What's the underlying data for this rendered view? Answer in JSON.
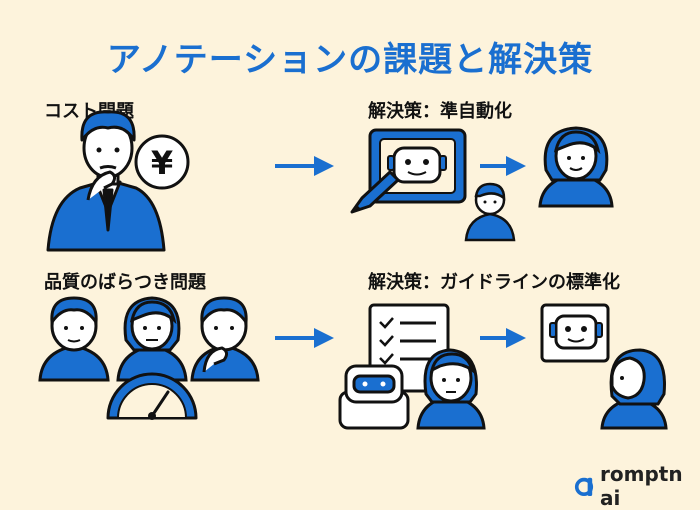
{
  "title": "アノテーションの課題と解決策",
  "problems": {
    "cost_label": "コスト問題",
    "quality_label": "品質のばらつき問題"
  },
  "solutions": {
    "automation_label": "解決策：準自動化",
    "guideline_label": "解決策：ガイドラインの標準化"
  },
  "icons": {
    "currency_symbol": "¥"
  },
  "brand": {
    "name": "romptn ai"
  },
  "colors": {
    "background": "#fdf3dc",
    "accent_blue": "#1a6fd0",
    "outline": "#111111"
  }
}
